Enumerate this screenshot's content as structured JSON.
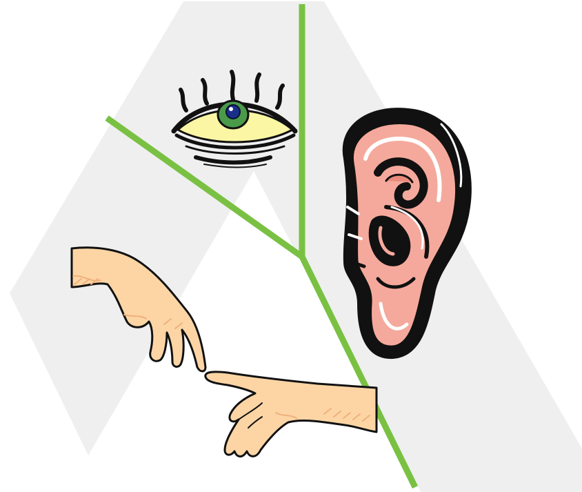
{
  "illustration": {
    "elements": [
      {
        "name": "background-triangle-shape",
        "kind": "decorative"
      },
      {
        "name": "eye-icon",
        "kind": "clipart"
      },
      {
        "name": "ear-icon",
        "kind": "clipart"
      },
      {
        "name": "touching-hands-icon",
        "kind": "clipart"
      },
      {
        "name": "branching-lines",
        "kind": "decorative"
      }
    ],
    "colors": {
      "background": "#ffffff",
      "shape": "#efefef",
      "line": "#7ac143",
      "skin": "#fdd5a5",
      "skin_shade": "#f0b07a",
      "ear": "#f5a99c",
      "ear_dark": "#111111",
      "eye_white": "#fbf6a4",
      "iris": "#4a9a4a",
      "pupil": "#1a2f8a",
      "outline": "#111111"
    }
  }
}
